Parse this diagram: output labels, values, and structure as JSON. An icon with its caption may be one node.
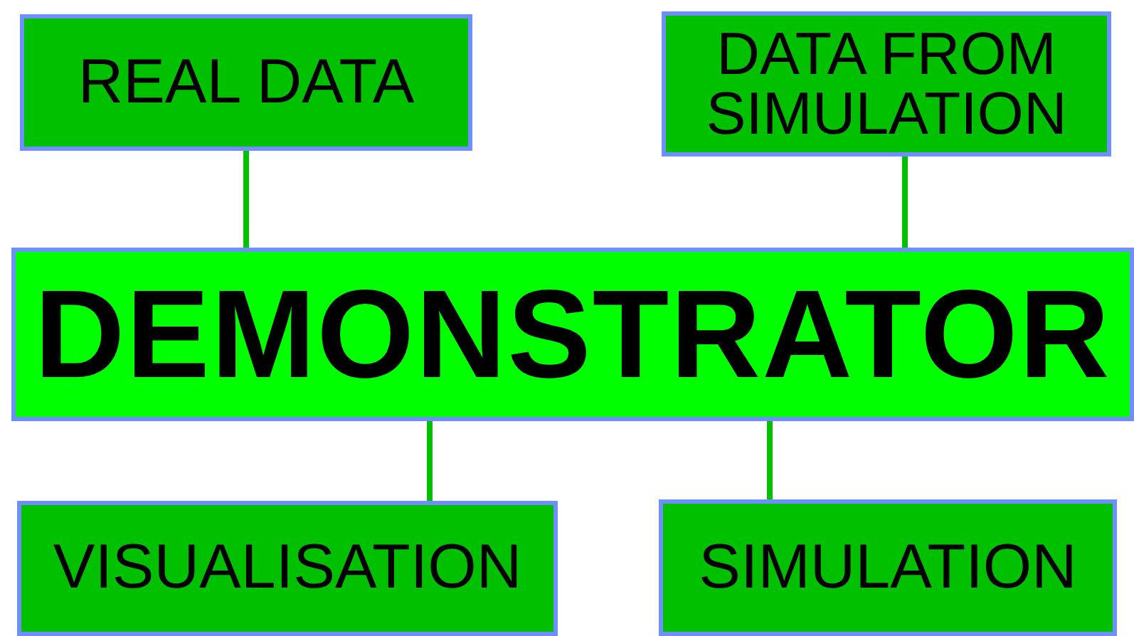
{
  "diagram": {
    "nodes": [
      {
        "text": [
          "REAL DATA"
        ]
      },
      {
        "text": [
          "DATA FROM SIMULATION"
        ]
      },
      {
        "text": [
          "DEMONSTRATOR"
        ]
      },
      {
        "text": [
          "VISUALISATION"
        ]
      },
      {
        "text": [
          "SIMULATION"
        ]
      }
    ],
    "edges": [
      {
        "from": 0,
        "to": 2,
        "arrow": "none"
      },
      {
        "from": 1,
        "to": 2,
        "arrow": "none"
      },
      {
        "from": 2,
        "to": 3,
        "arrow": "none"
      },
      {
        "from": 2,
        "to": 4,
        "arrow": "none"
      }
    ]
  }
}
